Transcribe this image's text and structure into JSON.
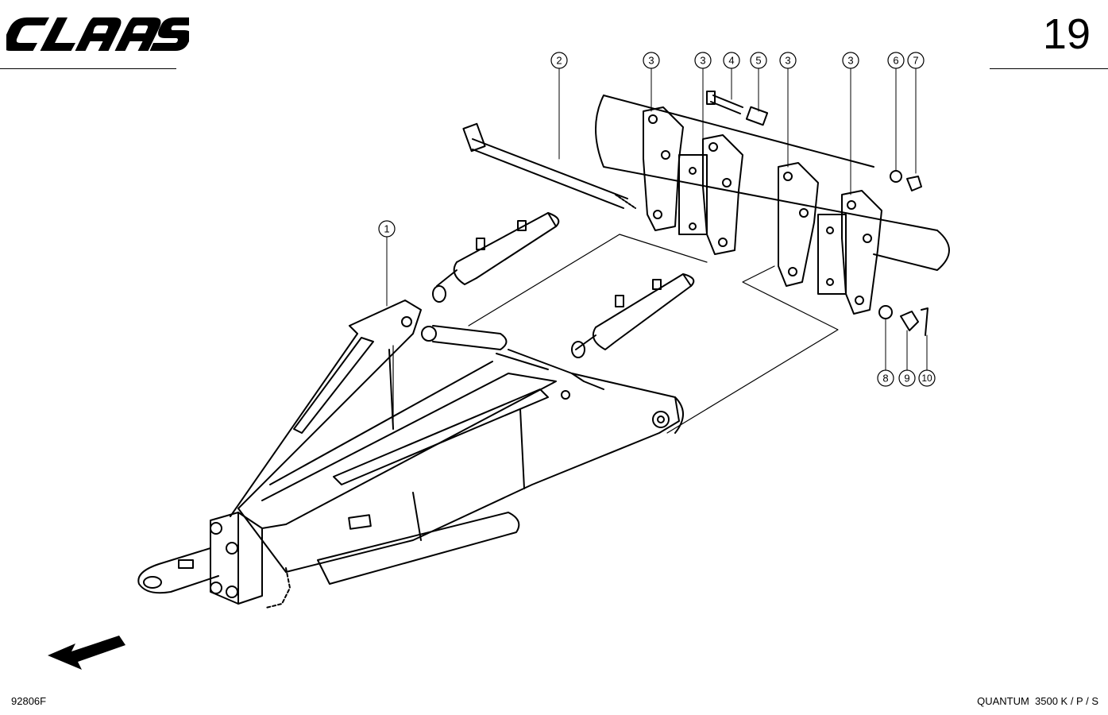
{
  "header": {
    "brand": "CLAAS",
    "page_number": "19"
  },
  "footer": {
    "drawing_code": "92806F",
    "model": "QUANTUM  3500 K / P / S"
  },
  "callouts": [
    {
      "id": "1",
      "label": "1"
    },
    {
      "id": "2",
      "label": "2"
    },
    {
      "id": "3a",
      "label": "3"
    },
    {
      "id": "3b",
      "label": "3"
    },
    {
      "id": "4",
      "label": "4"
    },
    {
      "id": "5",
      "label": "5"
    },
    {
      "id": "3c",
      "label": "3"
    },
    {
      "id": "3d",
      "label": "3"
    },
    {
      "id": "6",
      "label": "6"
    },
    {
      "id": "7",
      "label": "7"
    },
    {
      "id": "8",
      "label": "8"
    },
    {
      "id": "9",
      "label": "9"
    },
    {
      "id": "10",
      "label": "10"
    }
  ],
  "icons": {
    "direction_arrow": "arrow-down-left-icon"
  }
}
